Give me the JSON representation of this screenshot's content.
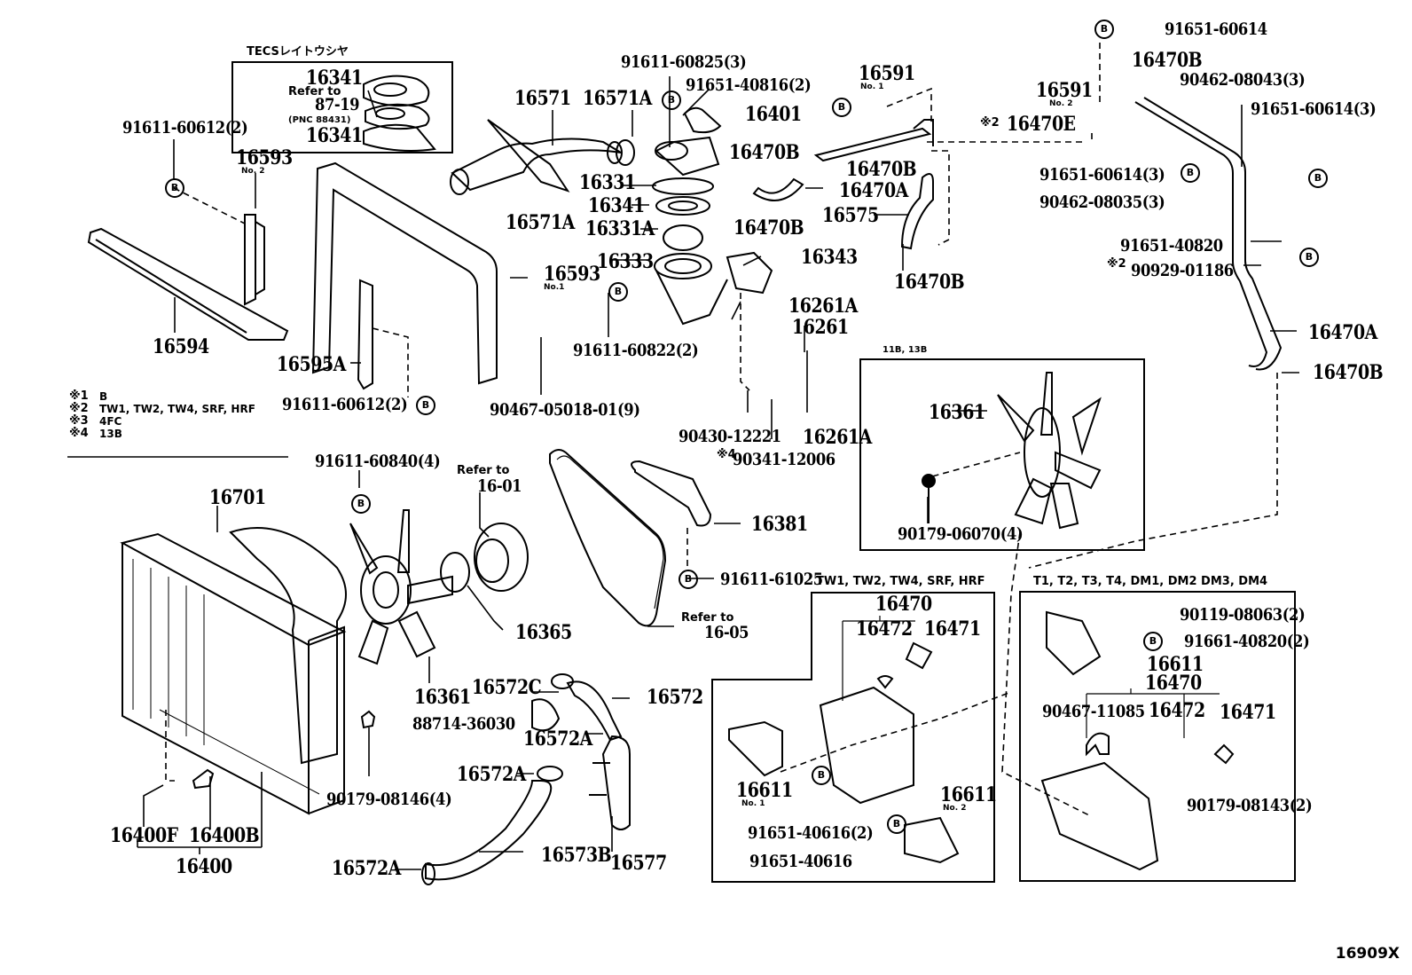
{
  "diagram": {
    "type": "exploded-parts-diagram",
    "subject": "Radiator & Water Outlet (cooling system)",
    "diagram_code": "16909X",
    "bolt_marker": "B",
    "legend": [
      {
        "mark": "※1",
        "text": "B"
      },
      {
        "mark": "※2",
        "text": "TW1, TW2, TW4, SRF, HRF"
      },
      {
        "mark": "※3",
        "text": "4FC"
      },
      {
        "mark": "※4",
        "text": "13B"
      }
    ],
    "insets": {
      "tecs": {
        "title": "TECSレイトウシヤ",
        "parts": [
          "16341",
          "16341"
        ],
        "refer_text": "Refer to",
        "refer_page": "87-19",
        "pnc": "(PNC 88431)"
      },
      "fan_11b_13b": {
        "title": "11B, 13B",
        "parts": [
          "16361",
          "90179-06070(4)"
        ]
      },
      "reservoir_tw": {
        "title": "TW1, TW2, TW4, SRF, HRF",
        "parts": [
          "16470",
          "16472",
          "16471",
          "16611",
          "16611",
          "91651-40616(2)",
          "91651-40616"
        ],
        "sub_no1": "No. 1",
        "sub_no2": "No. 2"
      },
      "reservoir_t": {
        "title": "T1, T2, T3, T4, DM1, DM2 DM3, DM4",
        "parts": [
          "90119-08063(2)",
          "91661-40820(2)",
          "16611",
          "16470",
          "90467-11085",
          "16472",
          "16471",
          "90179-08143(2)"
        ]
      }
    },
    "labels": {
      "p91611_60612_top": "91611-60612(2)",
      "p16593_no2": "16593",
      "no2": "No. 2",
      "p16594": "16594",
      "p16595A": "16595A",
      "p91611_60612_bot": "91611-60612(2)",
      "p16571": "16571",
      "p16571A_a": "16571A",
      "p16571A_b": "16571A",
      "p91611_60825": "91611-60825(3)",
      "p91651_40816": "91651-40816(2)",
      "p16401": "16401",
      "p16470B_a": "16470B",
      "p16331": "16331",
      "p16341_c": "16341",
      "p16470B_b": "16470B",
      "p16331A": "16331A",
      "p16333": "16333",
      "p16343": "16343",
      "p16593_no1": "16593",
      "no1": "No.1",
      "p91611_60822": "91611-60822(2)",
      "p90467_05018": "90467-05018-01(9)",
      "p16261A_a": "16261A",
      "p16261": "16261",
      "p16261A_b": "16261A",
      "p90430_12221": "90430-12221",
      "p90341_12006": "90341-12006",
      "mark4": "※4",
      "p16591_no1": "16591",
      "no1b": "No. 1",
      "p16470B_c": "16470B",
      "p16470A_a": "16470A",
      "p16575": "16575",
      "p16470B_d": "16470B",
      "p91651_60614_a": "91651-60614",
      "p16470B_e": "16470B",
      "p16591_no2": "16591",
      "no2b": "No. 2",
      "p16470E": "16470E",
      "mark2a": "※2",
      "p90462_08043": "90462-08043(3)",
      "p91651_60614_b": "91651-60614(3)",
      "p91651_60614_c": "91651-60614(3)",
      "p90462_08035": "90462-08035(3)",
      "p91651_40820": "91651-40820",
      "p90929_01186": "90929-01186",
      "mark2b": "※2",
      "p16470A_b": "16470A",
      "p16470B_f": "16470B",
      "p91611_60840": "91611-60840(4)",
      "p16701": "16701",
      "refer_to_a": "Refer to",
      "p16_01": "16-01",
      "p16365": "16365",
      "p16361": "16361",
      "p16381": "16381",
      "p91611_61025": "91611-61025",
      "refer_to_b": "Refer to",
      "p16_05": "16-05",
      "p16572C": "16572C",
      "p16572": "16572",
      "p88714_36030": "88714-36030",
      "p16572A_a": "16572A",
      "p16572A_b": "16572A",
      "p16573B": "16573B",
      "p16572A_c": "16572A",
      "p16577": "16577",
      "p90179_08146": "90179-08146(4)",
      "p16400F": "16400F",
      "p16400B": "16400B",
      "p16400": "16400"
    }
  }
}
